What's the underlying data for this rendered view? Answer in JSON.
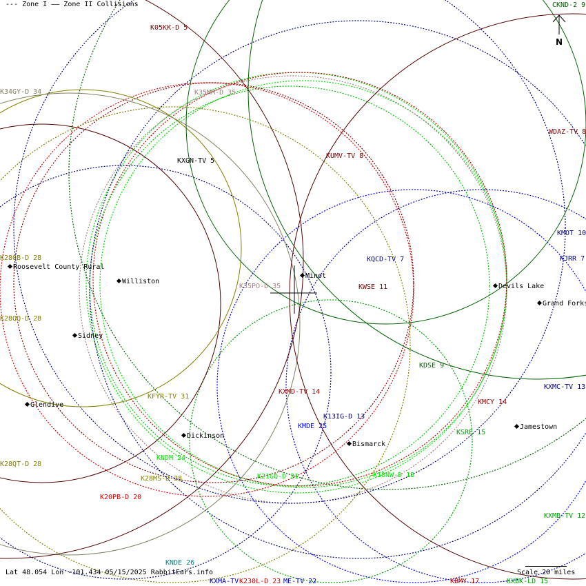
{
  "legend": {
    "zone1": "--- Zone I",
    "zone2": "—— Zone II",
    "collisions": "Collisions"
  },
  "north": {
    "label": "N"
  },
  "footer": {
    "status": "Lat 48.054 Lon -101.434 05/15/2025 RabbitEars.info",
    "scale": "Scale 20 miles"
  },
  "stations": [
    {
      "name": "CKND-2 9",
      "color": "#006000"
    },
    {
      "name": "K05KK-D 5",
      "color": "#800000"
    },
    {
      "name": "K34GY-D 34",
      "color": "#808060"
    },
    {
      "name": "K35MM-D 35",
      "color": "#a08080"
    },
    {
      "name": "WDAZ-TV 8",
      "color": "#800000"
    },
    {
      "name": "KUMV-TV 8",
      "color": "#800000"
    },
    {
      "name": "KXGN-TV 5",
      "color": "#000000"
    },
    {
      "name": "KMOT 10",
      "color": "#000080"
    },
    {
      "name": "K280B-D 28",
      "color": "#808000"
    },
    {
      "name": "KJRR 7",
      "color": "#000080"
    },
    {
      "name": "KQCD-TV 7",
      "color": "#000080"
    },
    {
      "name": "K35PO-D 35",
      "color": "#a08080"
    },
    {
      "name": "KWSE 11",
      "color": "#800000"
    },
    {
      "name": "K28QQ-D 28",
      "color": "#808000"
    },
    {
      "name": "KDSE 9",
      "color": "#006000"
    },
    {
      "name": "KXMC-TV 13",
      "color": "#000080"
    },
    {
      "name": "KFYR-TV 31",
      "color": "#808000"
    },
    {
      "name": "KXMD-TV 14",
      "color": "#a00000"
    },
    {
      "name": "KMCY 14",
      "color": "#a00000"
    },
    {
      "name": "K13IG-D 13",
      "color": "#000080"
    },
    {
      "name": "KMDE 25",
      "color": "#0000ff"
    },
    {
      "name": "KSRE 15",
      "color": "#00a000"
    },
    {
      "name": "KNDM 24",
      "color": "#00e000"
    },
    {
      "name": "K28QT-D 28",
      "color": "#808000"
    },
    {
      "name": "K21GQ-D 21",
      "color": "#00e000"
    },
    {
      "name": "K18NW-D 18",
      "color": "#00e000"
    },
    {
      "name": "K28MS-D 28",
      "color": "#808000"
    },
    {
      "name": "K20PB-D 20",
      "color": "#e00000"
    },
    {
      "name": "KXMB-TV 12",
      "color": "#00a000"
    },
    {
      "name": "KNDE 26",
      "color": "#008080"
    },
    {
      "name": "KXMA-TV",
      "color": "#0000c0"
    },
    {
      "name": "K230L-D 23",
      "color": "#e00000"
    },
    {
      "name": "ME-TV 22",
      "color": "#0000c0"
    },
    {
      "name": "KBMY 17",
      "color": "#c00000"
    },
    {
      "name": "KXBK-LD 15",
      "color": "#00a000"
    }
  ],
  "cities": [
    "Roosevelt County Rural",
    "Williston",
    "Minot",
    "Devils Lake",
    "Grand Forks",
    "Sidney",
    "Glendive",
    "Dickinson",
    "Bismarck",
    "Jamestown"
  ]
}
